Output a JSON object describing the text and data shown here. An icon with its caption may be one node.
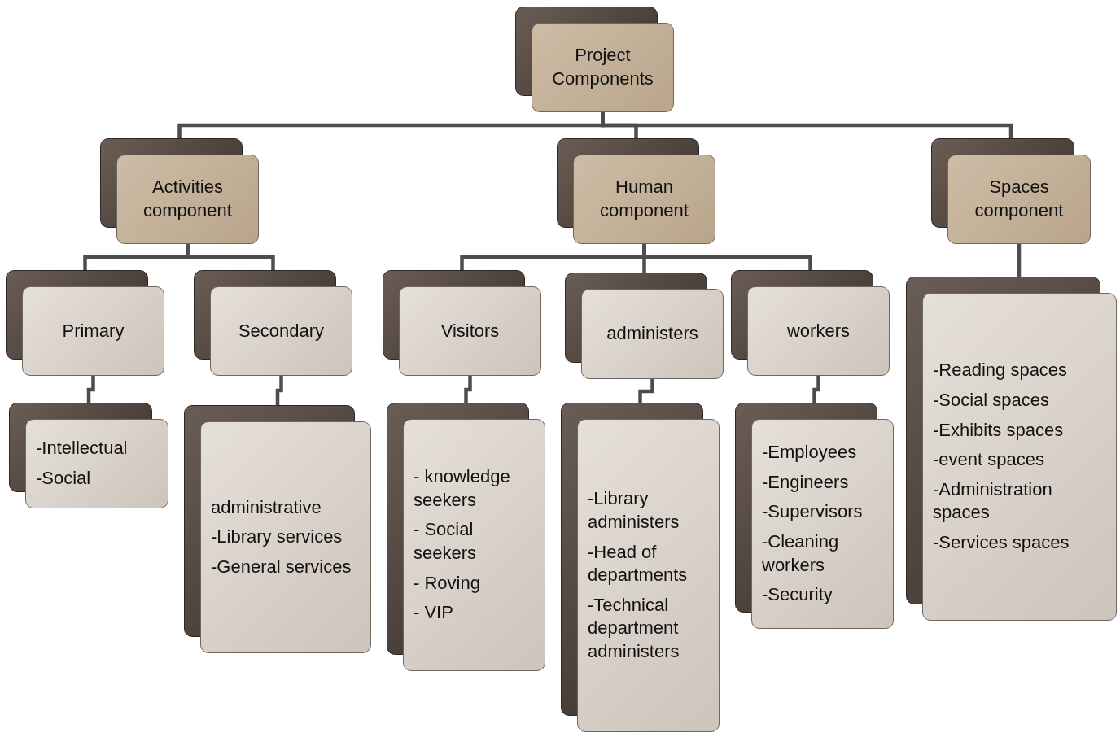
{
  "diagram": {
    "nodes": [
      {
        "text": [
          "Project Components"
        ]
      },
      {
        "text": [
          "Activities component"
        ]
      },
      {
        "text": [
          "Human component"
        ]
      },
      {
        "text": [
          "Spaces component"
        ]
      },
      {
        "text": [
          "Primary"
        ]
      },
      {
        "text": [
          "Secondary"
        ]
      },
      {
        "text": [
          "Visitors"
        ]
      },
      {
        "text": [
          "administers"
        ]
      },
      {
        "text": [
          "workers"
        ]
      },
      {
        "text": [
          "-Intellectual",
          "-Social"
        ]
      },
      {
        "text": [
          "administrative",
          "-Library services",
          "-General services"
        ]
      },
      {
        "text": [
          "- knowledge seekers",
          "- Social seekers",
          "- Roving",
          "- VIP"
        ]
      },
      {
        "text": [
          "-Library administers",
          "-Head of departments",
          "-Technical department administers"
        ]
      },
      {
        "text": [
          "-Employees",
          "-Engineers",
          "-Supervisors",
          "-Cleaning workers",
          "-Security"
        ]
      },
      {
        "text": [
          "-Reading spaces",
          "-Social spaces",
          "-Exhibits spaces",
          "-event spaces",
          "-Administration spaces",
          "-Services spaces"
        ]
      }
    ],
    "edges": [
      {
        "from": 0,
        "to": 1,
        "arrow": "none"
      },
      {
        "from": 0,
        "to": 2,
        "arrow": "none"
      },
      {
        "from": 0,
        "to": 3,
        "arrow": "none"
      },
      {
        "from": 1,
        "to": 4,
        "arrow": "none"
      },
      {
        "from": 1,
        "to": 5,
        "arrow": "none"
      },
      {
        "from": 2,
        "to": 6,
        "arrow": "none"
      },
      {
        "from": 2,
        "to": 7,
        "arrow": "none"
      },
      {
        "from": 2,
        "to": 8,
        "arrow": "none"
      },
      {
        "from": 4,
        "to": 9,
        "arrow": "none"
      },
      {
        "from": 5,
        "to": 10,
        "arrow": "none"
      },
      {
        "from": 6,
        "to": 11,
        "arrow": "none"
      },
      {
        "from": 7,
        "to": 12,
        "arrow": "none"
      },
      {
        "from": 8,
        "to": 13,
        "arrow": "none"
      },
      {
        "from": 3,
        "to": 14,
        "arrow": "none"
      }
    ]
  }
}
